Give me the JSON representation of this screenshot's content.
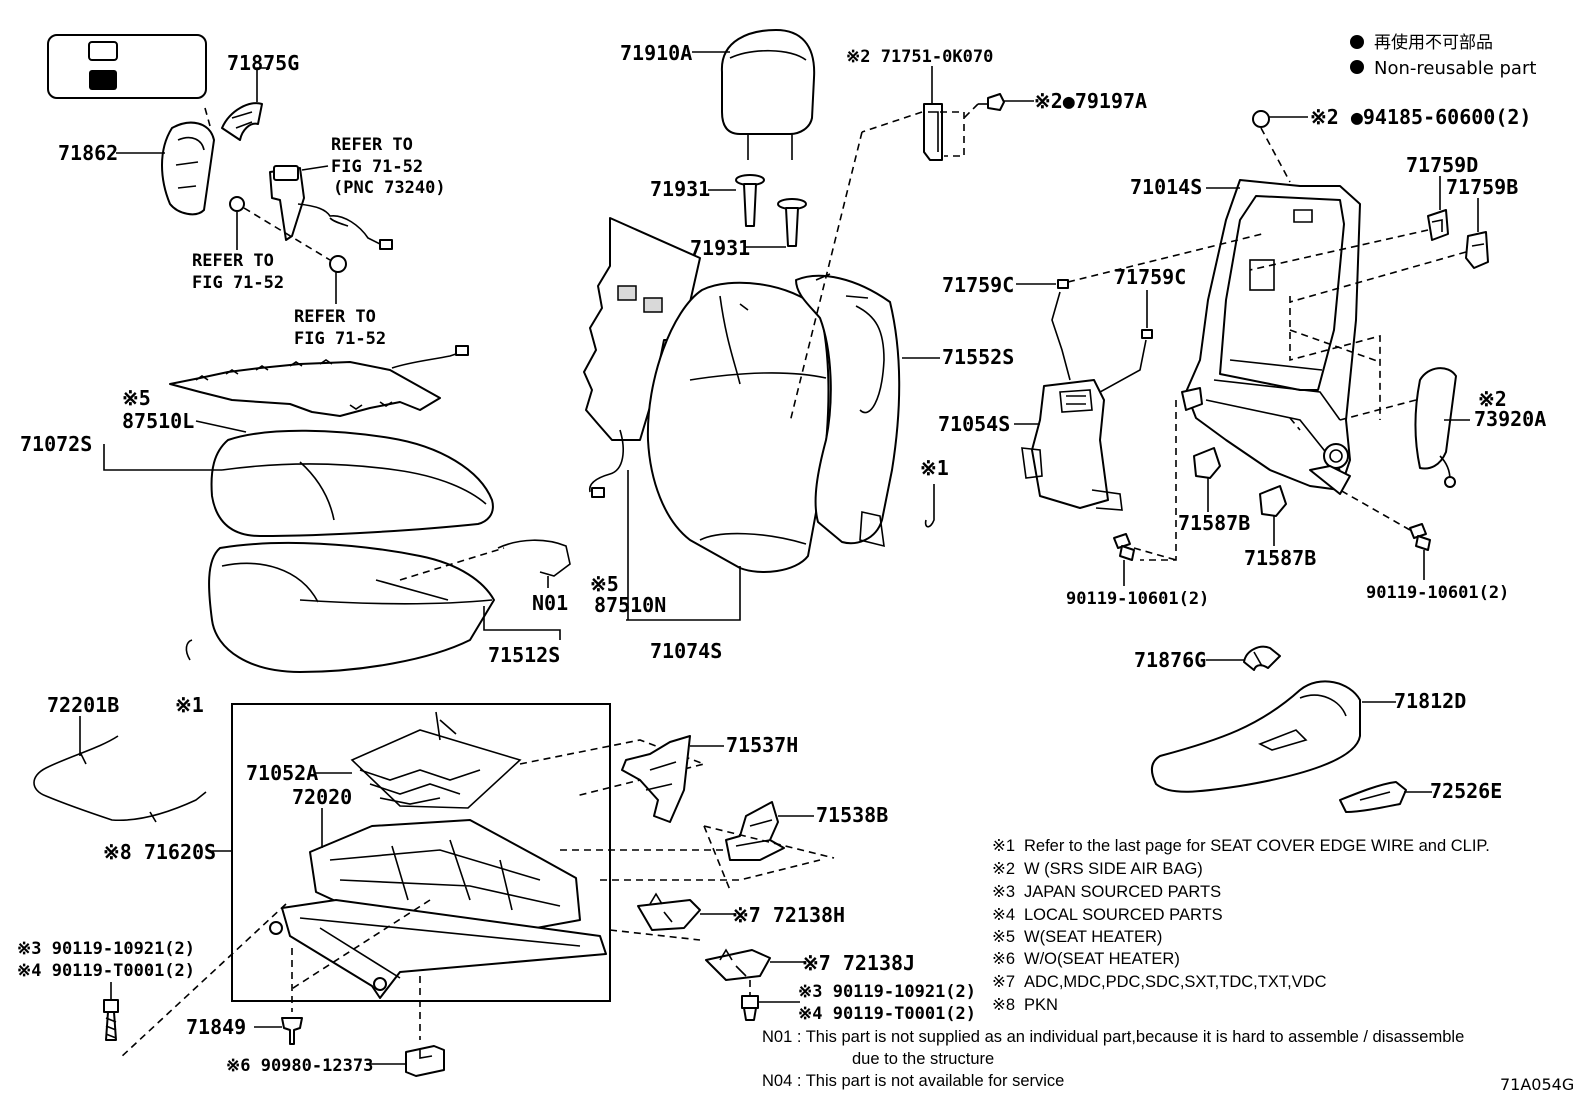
{
  "legend": {
    "jp": "再使用不可部品",
    "en": "Non-reusable part"
  },
  "labels": {
    "l71875G": "71875G",
    "l71862": "71862",
    "refer1_a": "REFER TO",
    "refer1_b": "FIG 71-52",
    "refer1_c": "(PNC 73240)",
    "refer2_a": "REFER TO",
    "refer2_b": "FIG 71-52",
    "refer3_a": "REFER TO",
    "refer3_b": "FIG 71-52",
    "l87510L_mark": "※5",
    "l87510L": "87510L",
    "l71072S": "71072S",
    "lN01": "N01",
    "l71512S": "71512S",
    "l71910A": "71910A",
    "l71931a": "71931",
    "l71931b": "71931",
    "l71751": "※2 71751-0K070",
    "l79197A": "※2●79197A",
    "l71552S": "71552S",
    "l87510N_mark": "※5",
    "l87510N": "87510N",
    "l71074S": "71074S",
    "lmark1a": "※1",
    "l94185": "※2 ●94185-60600(2)",
    "l71014S": "71014S",
    "l71759D": "71759D",
    "l71759B": "71759B",
    "l71759C_a": "71759C",
    "l71759C_b": "71759C",
    "l71054S": "71054S",
    "l73920A_mark": "※2",
    "l73920A": "73920A",
    "l71587B_a": "71587B",
    "l71587B_b": "71587B",
    "l90119_a": "90119-10601(2)",
    "l90119_b": "90119-10601(2)",
    "l71876G": "71876G",
    "l71812D": "71812D",
    "l72526E": "72526E",
    "l72201B": "72201B",
    "lmark1b": "※1",
    "l71620S": "※8 71620S",
    "l71052A": "71052A",
    "l72020": "72020",
    "l71537H": "71537H",
    "l71538B": "71538B",
    "l72138H": "※7 72138H",
    "l72138J": "※7 72138J",
    "lbolt_a1": "※3 90119-10921(2)",
    "lbolt_a2": "※4 90119-T0001(2)",
    "lbolt_b1": "※3 90119-10921(2)",
    "lbolt_b2": "※4 90119-T0001(2)",
    "l71849": "71849",
    "l90980": "※6 90980-12373"
  },
  "notes": [
    {
      "mark": "※1",
      "text": "Refer to the last page for SEAT COVER EDGE WIRE and CLIP."
    },
    {
      "mark": "※2",
      "text": "W (SRS SIDE AIR BAG)"
    },
    {
      "mark": "※3",
      "text": "JAPAN SOURCED PARTS"
    },
    {
      "mark": "※4",
      "text": "LOCAL SOURCED PARTS"
    },
    {
      "mark": "※5",
      "text": "W(SEAT HEATER)"
    },
    {
      "mark": "※6",
      "text": "W/O(SEAT HEATER)"
    },
    {
      "mark": "※7",
      "text": "ADC,MDC,PDC,SDC,SXT,TDC,TXT,VDC"
    },
    {
      "mark": "※8",
      "text": "PKN"
    }
  ],
  "footnotes": {
    "n01_a": "N01 : This part is not supplied as an individual part,because it is hard to assemble / disassemble",
    "n01_b": "due to the structure",
    "n04": "N04 : This part is not available for service"
  },
  "figure_id": "71A054G"
}
